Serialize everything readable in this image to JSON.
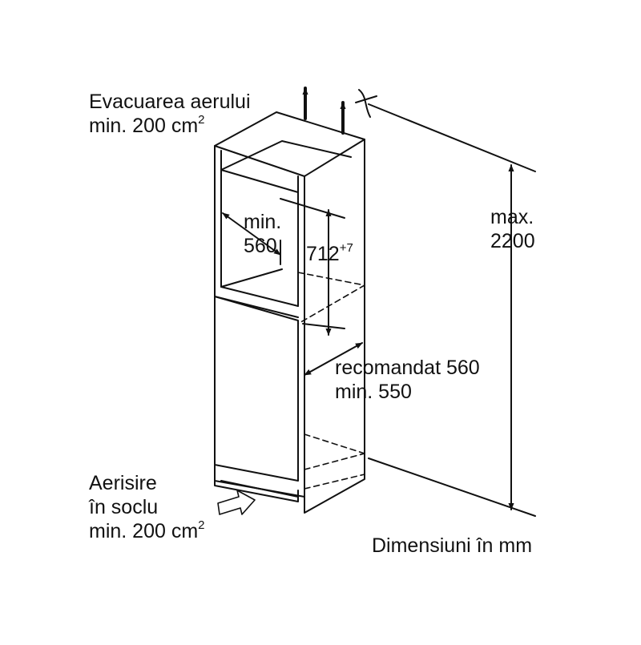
{
  "labels": {
    "air_exhaust_line1": "Evacuarea aerului",
    "air_exhaust_line2": "min. 200 cm",
    "air_exhaust_sup": "2",
    "plinth_vent_line1": "Aerisire",
    "plinth_vent_line2": "în soclu",
    "plinth_vent_line3": "min. 200 cm",
    "plinth_vent_sup": "2",
    "width_min_line1": "min.",
    "width_min_line2": "560",
    "niche_height": "712",
    "niche_height_tol": "+7",
    "total_height_line1": "max.",
    "total_height_line2": "2200",
    "depth_line1": "recomandat 560",
    "depth_line2": "min. 550",
    "units": "Dimensiuni în mm"
  },
  "colors": {
    "line": "#111111",
    "background": "#ffffff"
  }
}
